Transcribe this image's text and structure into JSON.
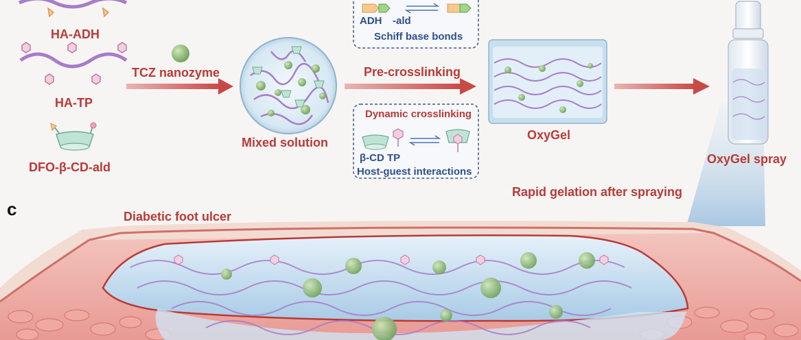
{
  "panel_label": "c",
  "components": {
    "ha_adh": "HA-ADH",
    "ha_tp": "HA-TP",
    "dfo_cd_ald": "DFO-β-CD-ald"
  },
  "steps": {
    "tcz_nanozyme": "TCZ nanozyme",
    "mixed_solution": "Mixed solution",
    "pre_crosslinking": "Pre-crosslinking",
    "oxygel": "OxyGel",
    "oxygel_spray": "OxyGel spray",
    "rapid_gelation": "Rapid gelation after spraying",
    "diabetic_foot_ulcer": "Diabetic foot ulcer"
  },
  "schiff_box": {
    "adh": "ADH",
    "ald": "-ald",
    "title": "Schiff base bonds"
  },
  "dynamic_box": {
    "title": "Dynamic crosslinking",
    "cd_tp": "β-CD TP",
    "caption": "Host-guest interactions"
  },
  "colors": {
    "arrow_red": "#c84a47",
    "text_red": "#b83a36",
    "text_blue": "#2f4f8a",
    "polymer_purple": "#a77cc8",
    "nanozyme_green": "#8fbe7a",
    "gel_blue": "#c9e0f0",
    "skin_pink": "#f0a8a3"
  }
}
